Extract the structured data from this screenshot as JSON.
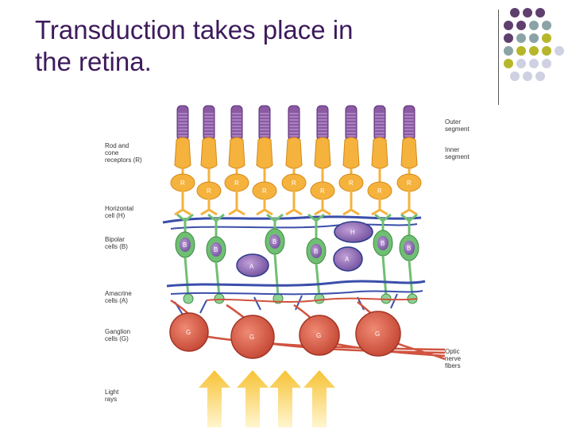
{
  "slide": {
    "title_line1": "Transduction takes place in",
    "title_line2": "the retina."
  },
  "colors": {
    "title": "#3d1a5c",
    "deco_purple": "#5e3f6e",
    "deco_teal": "#8aa3a6",
    "deco_olive": "#b7b62a",
    "deco_lavender": "#cfd0e2",
    "receptor_orange": "#f5b23c",
    "outer_segment_purple": "#8a5aa3",
    "bipolar_green": "#6fbf73",
    "horizontal_blue": "#3a4faa",
    "ganglion_red": "#d0533f",
    "arrow_yellow": "#f7c235"
  },
  "diagram": {
    "labels_left": {
      "rod_cone": [
        "Rod and",
        "cone",
        "receptors (R)"
      ],
      "horizontal": [
        "Horizontal",
        "cell (H)"
      ],
      "bipolar": [
        "Bipolar",
        "cells (B)"
      ],
      "amacrine": [
        "Amacrine",
        "cells (A)"
      ],
      "ganglion": [
        "Ganglion",
        "cells (G)"
      ],
      "light": [
        "Light",
        "rays"
      ]
    },
    "labels_right": {
      "outer": [
        "Outer",
        "segment"
      ],
      "inner": [
        "Inner",
        "segment"
      ],
      "optic": [
        "Optic",
        "nerve",
        "fibers"
      ]
    },
    "cell_letters": {
      "receptor": "R",
      "horizontal": "H",
      "bipolar": "B",
      "amacrine": "A",
      "ganglion": "G"
    }
  }
}
